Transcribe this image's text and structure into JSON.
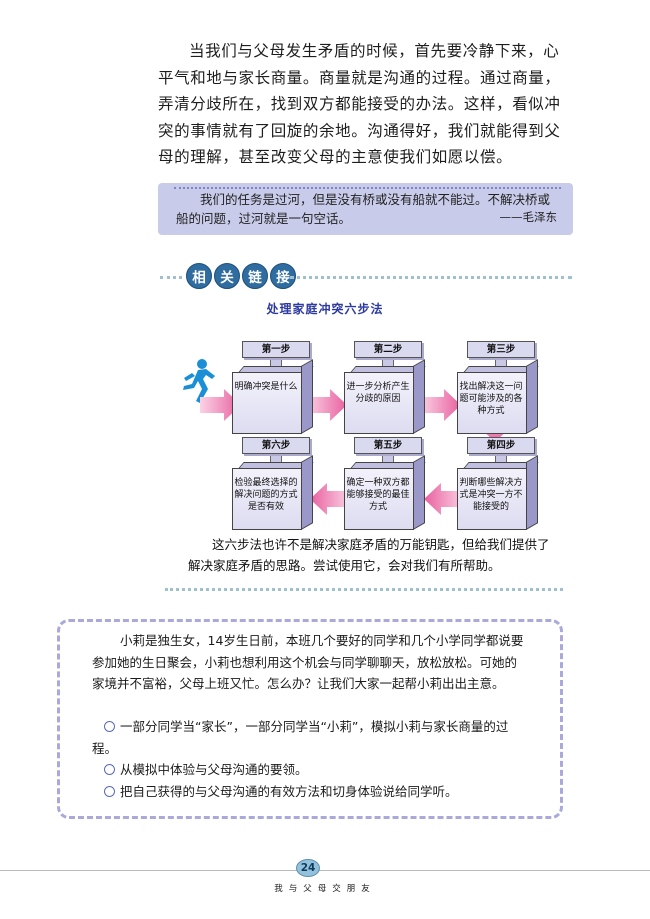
{
  "intro_paragraph": "当我们与父母发生矛盾的时候，首先要冷静下来，心平气和地与家长商量。商量就是沟通的过程。通过商量，弄清分歧所在，找到双方都能接受的办法。这样，看似冲突的事情就有了回旋的余地。沟通得好，我们就能得到父母的理解，甚至改变父母的主意使我们如愿以偿。",
  "quote": {
    "text": "我们的任务是过河，但是没有桥或没有船就不能过。不解决桥或船的问题，过河就是一句空话。",
    "author": "——毛泽东"
  },
  "related_links": {
    "badges": [
      "相",
      "关",
      "链",
      "接"
    ]
  },
  "diagram": {
    "title": "处理家庭冲突六步法",
    "steps": [
      {
        "tag": "第一步",
        "text": "明确冲突是什么"
      },
      {
        "tag": "第二步",
        "text": "进一步分析产生分歧的原因"
      },
      {
        "tag": "第三步",
        "text": "找出解决这一问题可能涉及的各种方式"
      },
      {
        "tag": "第四步",
        "text": "判断哪些解决方式是冲突一方不能接受的"
      },
      {
        "tag": "第五步",
        "text": "确定一种双方都能够接受的最佳方式"
      },
      {
        "tag": "第六步",
        "text": "检验最终选择的解决问题的方式是否有效"
      }
    ],
    "colors": {
      "arrow": "#e88bb5",
      "runner": "#1a8fd6"
    }
  },
  "diagram_note": "这六步法也许不是解决家庭矛盾的万能钥匙，但给我们提供了解决家庭矛盾的思路。尝试使用它，会对我们有所帮助。",
  "case_study": {
    "paragraph": "小莉是独生女，14岁生日前，本班几个要好的同学和几个小学同学都说要参加她的生日聚会，小莉也想利用这个机会与同学聊聊天，放松放松。可她的家境并不富裕，父母上班又忙。怎么办？让我们大家一起帮小莉出出主意。",
    "tasks": [
      "一部分同学当“家长”，一部分同学当“小莉”，模拟小莉与家长商量的过程。",
      "从模拟中体验与父母沟通的要领。",
      "把自己获得的与父母沟通的有效方法和切身体验说给同学听。"
    ]
  },
  "footer": {
    "page_number": "24",
    "running_title": "我与父母交朋友"
  }
}
